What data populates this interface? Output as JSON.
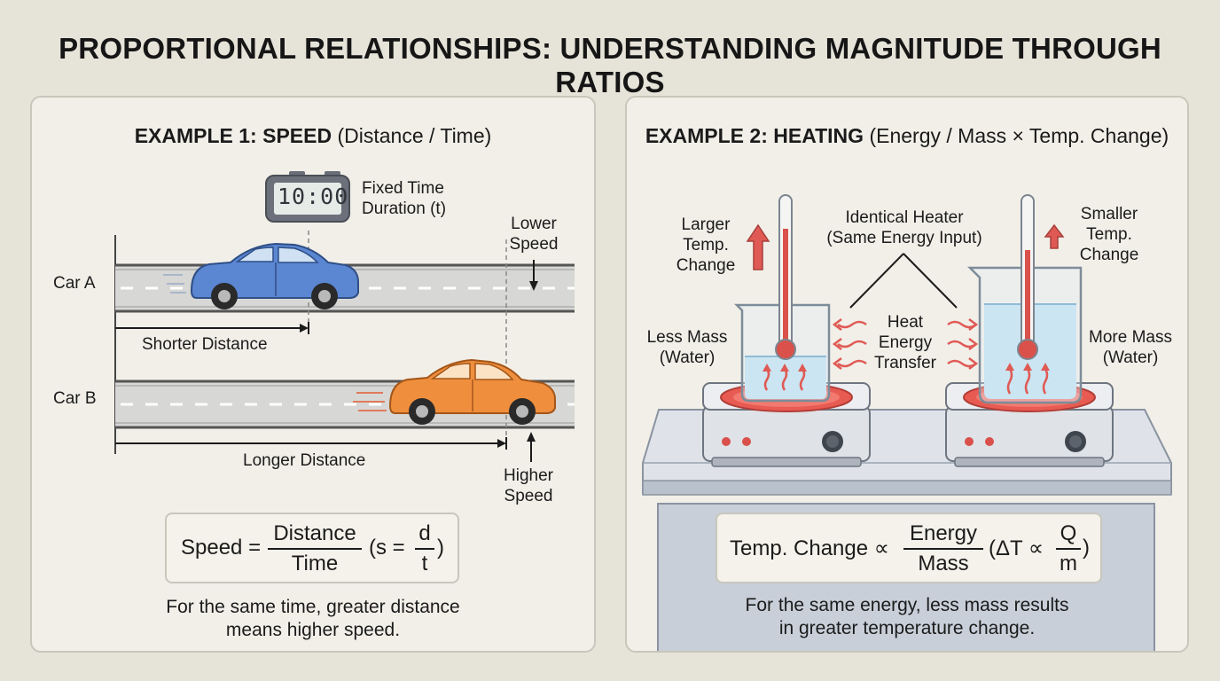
{
  "title": "PROPORTIONAL RELATIONSHIPS: UNDERSTANDING MAGNITUDE THROUGH RATIOS",
  "example1": {
    "heading_bold": "EXAMPLE 1: SPEED",
    "heading_rest": "(Distance / Time)",
    "timer_display": "10:00",
    "fixed_time_line1": "Fixed Time",
    "fixed_time_line2": "Duration (t)",
    "car_a_label": "Car A",
    "car_b_label": "Car B",
    "lower_speed_line1": "Lower",
    "lower_speed_line2": "Speed",
    "higher_speed_line1": "Higher",
    "higher_speed_line2": "Speed",
    "shorter_distance": "Shorter Distance",
    "longer_distance": "Longer Distance",
    "formula": {
      "lhs": "Speed =",
      "num": "Distance",
      "den": "Time",
      "paren_open": "(s =",
      "sym_num": "d",
      "sym_den": "t",
      "paren_close": ")"
    },
    "caption_line1": "For the same time, greater distance",
    "caption_line2": "means higher speed."
  },
  "example2": {
    "heading_bold": "EXAMPLE 2: HEATING",
    "heading_rest": "(Energy / Mass × Temp. Change)",
    "larger_line1": "Larger",
    "larger_line2": "Temp.",
    "larger_line3": "Change",
    "smaller_line1": "Smaller",
    "smaller_line2": "Temp.",
    "smaller_line3": "Change",
    "heater_line1": "Identical Heater",
    "heater_line2": "(Same Energy Input)",
    "transfer_line1": "Heat",
    "transfer_line2": "Energy",
    "transfer_line3": "Transfer",
    "less_mass_line1": "Less Mass",
    "less_mass_line2": "(Water)",
    "more_mass_line1": "More Mass",
    "more_mass_line2": "(Water)",
    "formula": {
      "lhs": "Temp. Change ∝",
      "num": "Energy",
      "den": "Mass",
      "paren_open": "(ΔT ∝",
      "sym_num": "Q",
      "sym_den": "m",
      "paren_close": ")"
    },
    "caption_line1": "For the same energy, less mass results",
    "caption_line2": "in greater temperature change."
  },
  "colors": {
    "car_a": "#5b86d2",
    "car_b": "#ef8f3e",
    "heat": "#e05a55",
    "water": "#bfe0f0"
  }
}
